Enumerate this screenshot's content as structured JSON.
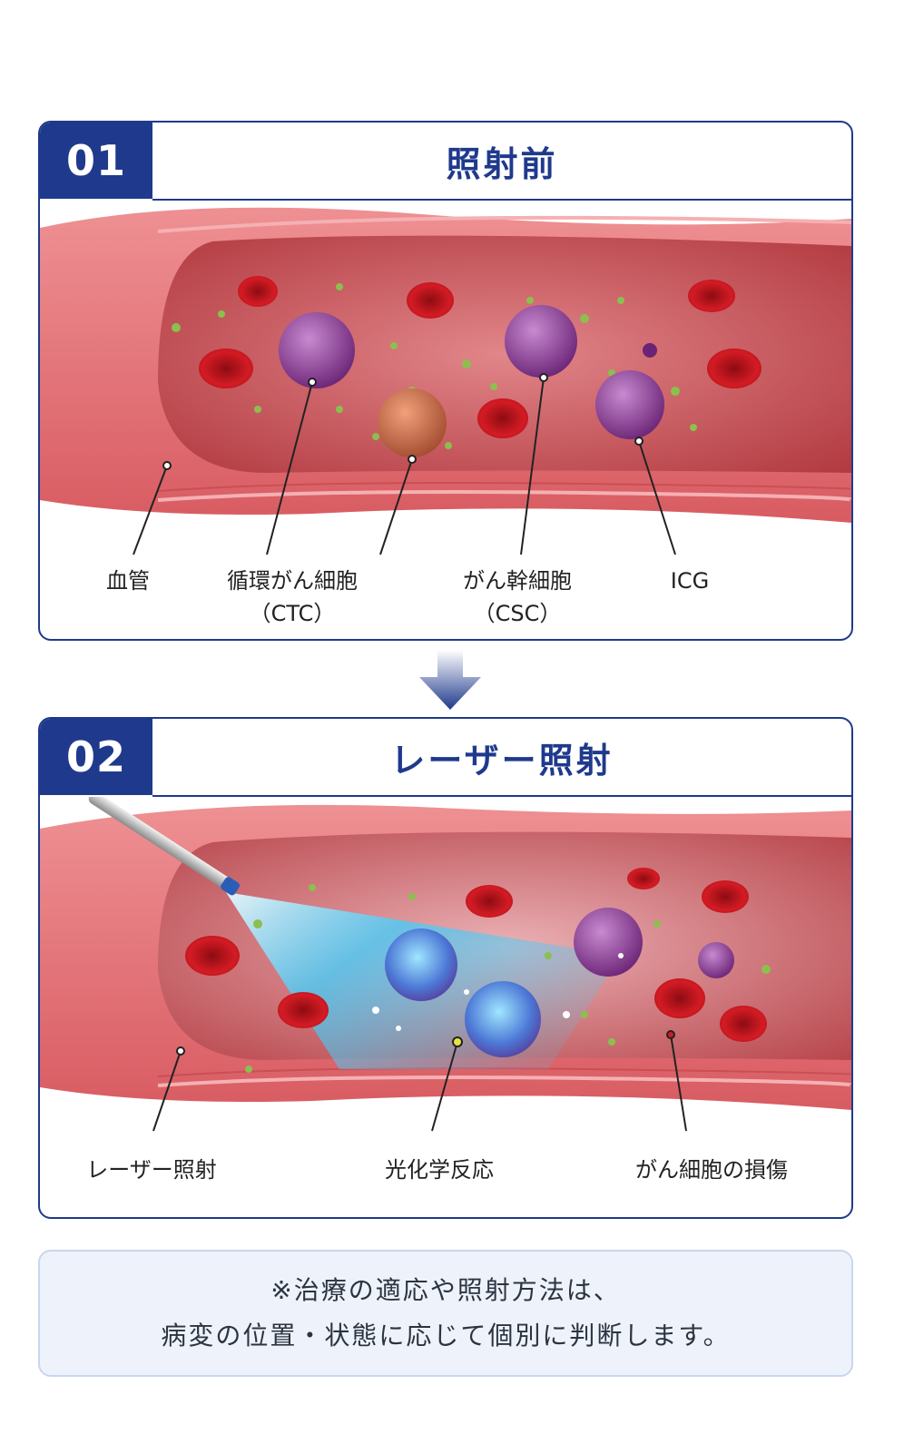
{
  "step1": {
    "number": "01",
    "title": "照射前",
    "labels": {
      "vessel": "血管",
      "ctc_line1": "循環がん細胞",
      "ctc_line2": "（CTC）",
      "csc_line1": "がん幹細胞",
      "csc_line2": "（CSC）",
      "icg": "ICG"
    }
  },
  "step2": {
    "number": "02",
    "title": "レーザー照射",
    "labels": {
      "laser": "レーザー照射",
      "photochemical": "光化学反応",
      "damage": "がん細胞の損傷"
    }
  },
  "note": {
    "line1": "※治療の適応や照射方法は、",
    "line2": "病変の位置・状態に応じて個別に判断します。"
  },
  "colors": {
    "brand": "#1f3a8c",
    "vessel_wall": "#e8777a",
    "vessel_inner": "#c9454a",
    "rbc": "#d01c24",
    "cancer_cell": "#8e3f94",
    "csc": "#c56a4a",
    "icg": "#8cbf4e",
    "laser": "#3fd0ff"
  },
  "icons": [
    "down-arrow-icon"
  ]
}
